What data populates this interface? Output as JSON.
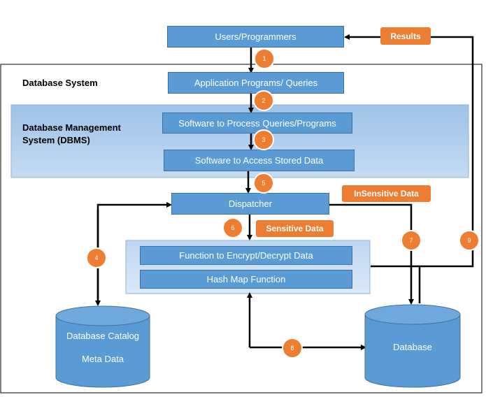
{
  "labels": {
    "database_system": "Database System",
    "dbms": "Database Management System (DBMS)"
  },
  "boxes": {
    "users": "Users/Programmers",
    "app_programs": "Application Programs/ Queries",
    "process_software": "Software to Process Queries/Programs",
    "access_software": "Software to Access Stored Data",
    "dispatcher": "Dispatcher",
    "encrypt": "Function to Encrypt/Decrypt Data",
    "hashmap": "Hash Map Function"
  },
  "tags": {
    "results": "Results",
    "insensitive": "InSensitive Data",
    "sensitive": "Sensitive Data"
  },
  "cylinders": {
    "catalog_line1": "Database Catalog",
    "catalog_line2": "Meta Data",
    "database": "Database"
  },
  "steps": [
    "1",
    "2",
    "3",
    "5",
    "6",
    "4",
    "7",
    "9",
    "8"
  ],
  "colors": {
    "box": "#5b9bd5",
    "box_border": "#41719c",
    "dbms_panel": "#a9c8ea",
    "accent": "#ed7d31"
  }
}
